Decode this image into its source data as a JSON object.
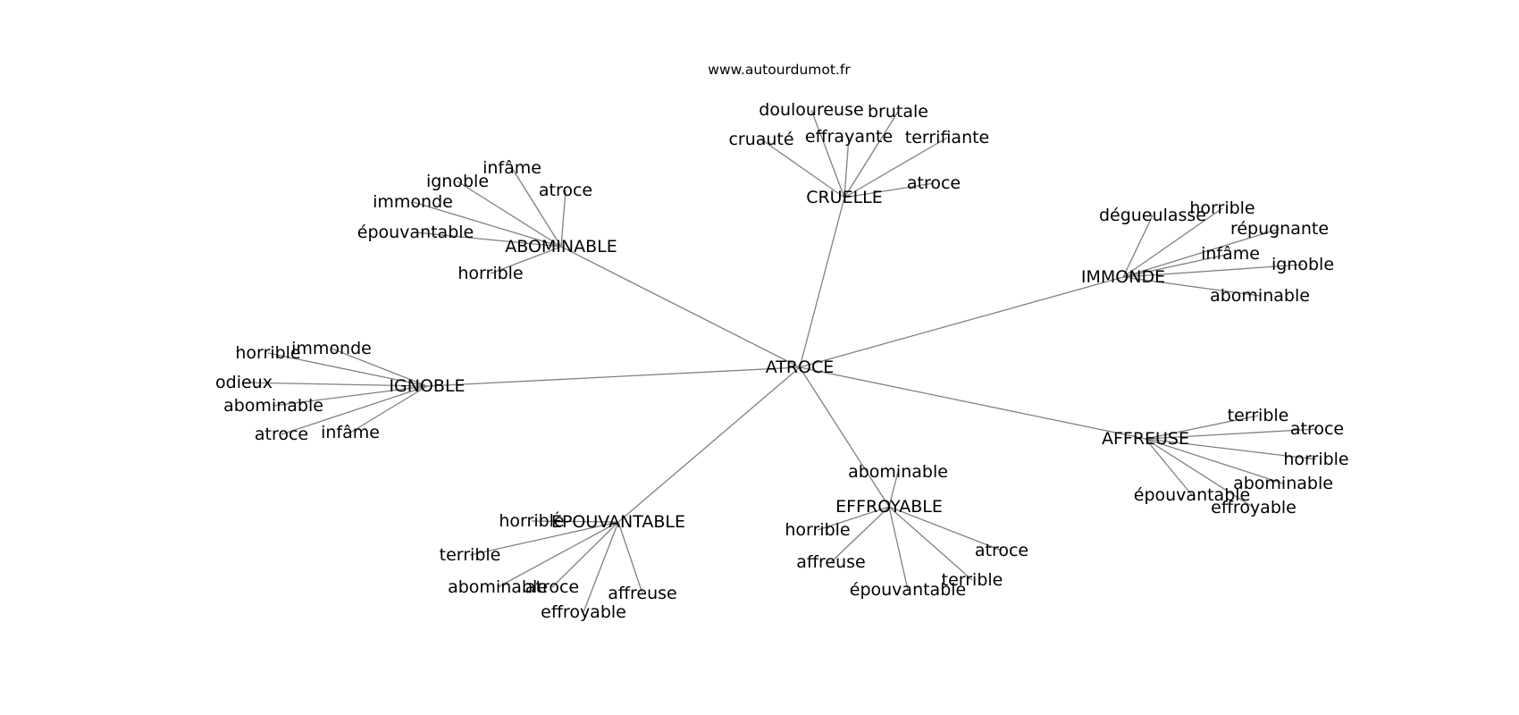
{
  "source": "www.autourdumot.fr",
  "center": "ATROCE",
  "clusters": [
    {
      "label": "CRUELLE",
      "leaves": [
        "douloureuse",
        "brutale",
        "cruauté",
        "effrayante",
        "terrifiante",
        "atroce"
      ]
    },
    {
      "label": "ABOMINABLE",
      "leaves": [
        "infâme",
        "ignoble",
        "atroce",
        "immonde",
        "épouvantable",
        "horrible"
      ]
    },
    {
      "label": "IMMONDE",
      "leaves": [
        "dégueulasse",
        "horrible",
        "répugnante",
        "infâme",
        "ignoble",
        "abominable"
      ]
    },
    {
      "label": "IGNOBLE",
      "leaves": [
        "horrible",
        "immonde",
        "odieux",
        "abominable",
        "atroce",
        "infâme"
      ]
    },
    {
      "label": "AFFREUSE",
      "leaves": [
        "terrible",
        "atroce",
        "horrible",
        "abominable",
        "épouvantable",
        "effroyable"
      ]
    },
    {
      "label": "EFFROYABLE",
      "leaves": [
        "abominable",
        "horrible",
        "affreuse",
        "épouvantable",
        "terrible",
        "atroce"
      ]
    },
    {
      "label": "ÉPOUVANTABLE",
      "leaves": [
        "horrible",
        "terrible",
        "abominable",
        "atroce",
        "effroyable",
        "affreuse"
      ]
    }
  ]
}
